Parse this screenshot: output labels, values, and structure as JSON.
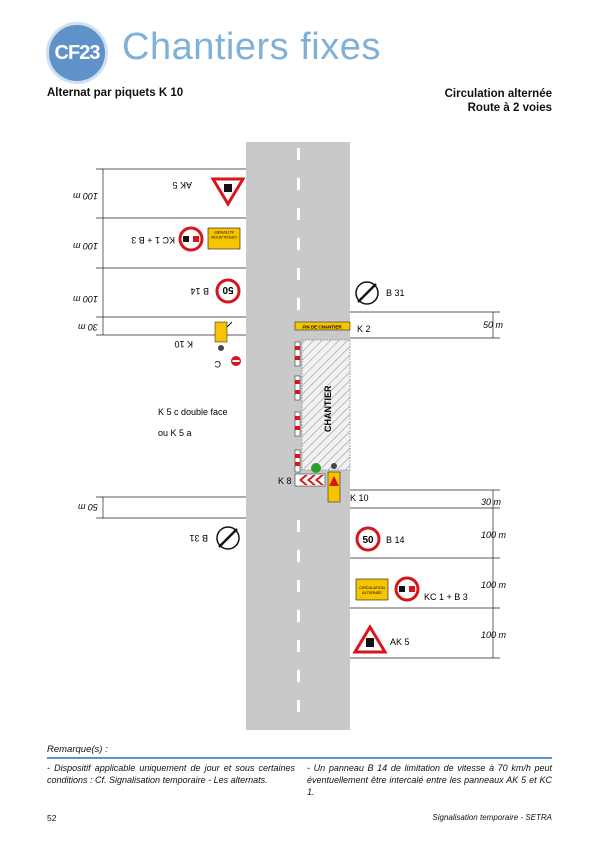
{
  "header": {
    "badge": "CF23",
    "title": "Chantiers fixes",
    "subtitle_left": "Alternat par piquets K 10",
    "subtitle_right_1": "Circulation alternée",
    "subtitle_right_2": "Route à 2 voies"
  },
  "diagram": {
    "left_labels": {
      "ak5": "AK 5",
      "kc1_b3": "KC 1 + B 3",
      "b14": "B 14",
      "k10": "K 10",
      "c": "C",
      "b31": "B 31"
    },
    "left_distances": {
      "d1": "100 m",
      "d2": "100 m",
      "d3": "100 m",
      "d4": "30 m",
      "d5": "50 m"
    },
    "right_labels": {
      "b31": "B 31",
      "k2": "K 2",
      "k8": "K 8",
      "k10": "K 10",
      "b14": "B 14",
      "kc1_b3": "KC 1 + B 3",
      "ak5": "AK 5"
    },
    "right_distances": {
      "d1": "50 m",
      "d2": "30 m",
      "d3": "100 m",
      "d4": "100 m",
      "d5": "100 m"
    },
    "k5_label_1": "K 5 c double face",
    "k5_label_2": "ou K 5 a",
    "chantier": "CHANTIER",
    "speed": "50",
    "panel_text_1": "CIRCULATION",
    "panel_text_2": "ALTERNÉE",
    "k2_text": "FIN DE CHANTIER"
  },
  "remarks": {
    "title": "Remarque(s) :",
    "left": "- Dispositif applicable uniquement de jour et sous certaines conditions : Cf. Signalisation temporaire - Les alternats.",
    "right": "- Un panneau B 14 de limitation de vitesse à 70 km/h peut éventuellement être intercalé entre les panneaux AK 5 et KC 1."
  },
  "footer": {
    "page_number": "52",
    "source": "Signalisation temporaire - SETRA"
  },
  "colors": {
    "accent": "#5f92c9",
    "title": "#7fb1d8",
    "road": "#c9c9c9",
    "sign_red": "#d8141c",
    "sign_yellow": "#f6c500"
  }
}
